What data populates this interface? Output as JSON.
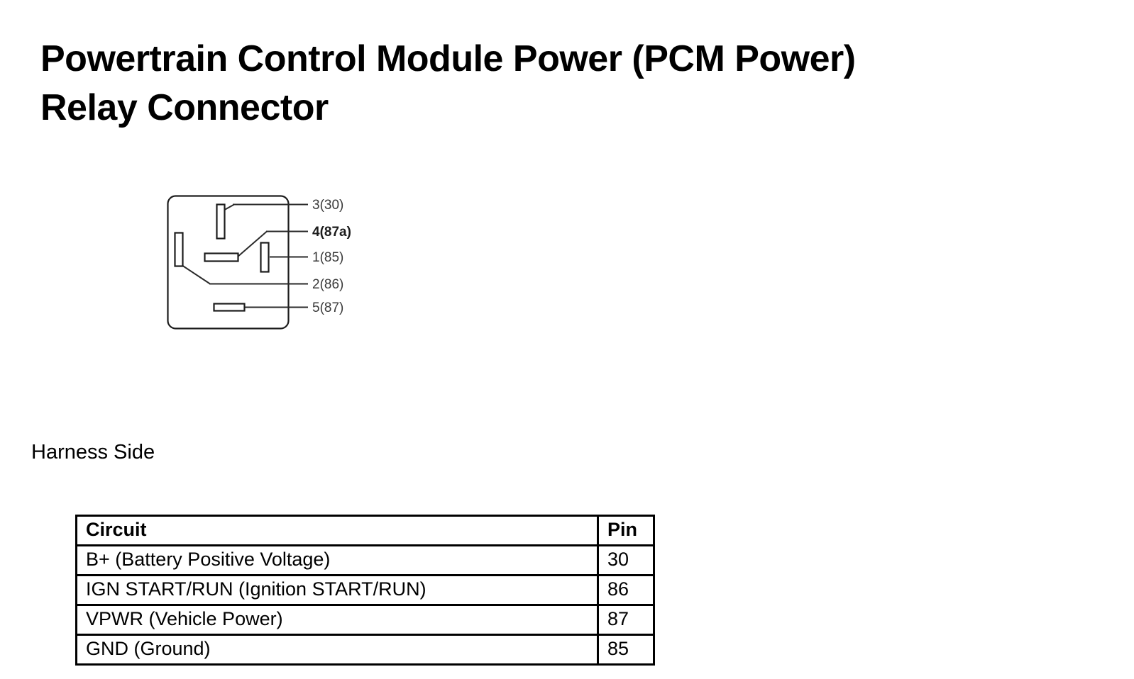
{
  "page": {
    "title_line1": "Powertrain Control Module Power (PCM Power)",
    "title_line2": "Relay Connector",
    "title_full": "Powertrain Control Module Power (PCM Power)\nRelay Connector",
    "harness_side_label": "Harness Side",
    "background_color": "#ffffff",
    "text_color": "#000000"
  },
  "diagram": {
    "name": "relay-connector-terminal-view",
    "outline_color": "#1c1c1c",
    "leader_color": "#2a2a2a",
    "terminal_fill": "#ffffff",
    "pins": [
      {
        "id": "pin-3",
        "label": "3(30)",
        "number": "3",
        "designation": "30",
        "emphasis": false,
        "terminal": "vertical-blade-top"
      },
      {
        "id": "pin-4",
        "label": "4(87a)",
        "number": "4",
        "designation": "87a",
        "emphasis": true,
        "terminal": "horizontal-blade-center"
      },
      {
        "id": "pin-1",
        "label": "1(85)",
        "number": "1",
        "designation": "85",
        "emphasis": false,
        "terminal": "vertical-blade-right"
      },
      {
        "id": "pin-2",
        "label": "2(86)",
        "number": "2",
        "designation": "86",
        "emphasis": false,
        "terminal": "vertical-blade-left"
      },
      {
        "id": "pin-5",
        "label": "5(87)",
        "number": "5",
        "designation": "87",
        "emphasis": false,
        "terminal": "horizontal-blade-bottom"
      }
    ]
  },
  "table": {
    "name": "circuit-pin-table",
    "headers": {
      "circuit": "Circuit",
      "pin": "Pin"
    },
    "rows": [
      {
        "circuit": "B+ (Battery Positive Voltage)",
        "pin": "30"
      },
      {
        "circuit": "IGN START/RUN (Ignition START/RUN)",
        "pin": "86"
      },
      {
        "circuit": "VPWR (Vehicle Power)",
        "pin": "87"
      },
      {
        "circuit": "GND (Ground)",
        "pin": "85"
      }
    ]
  }
}
